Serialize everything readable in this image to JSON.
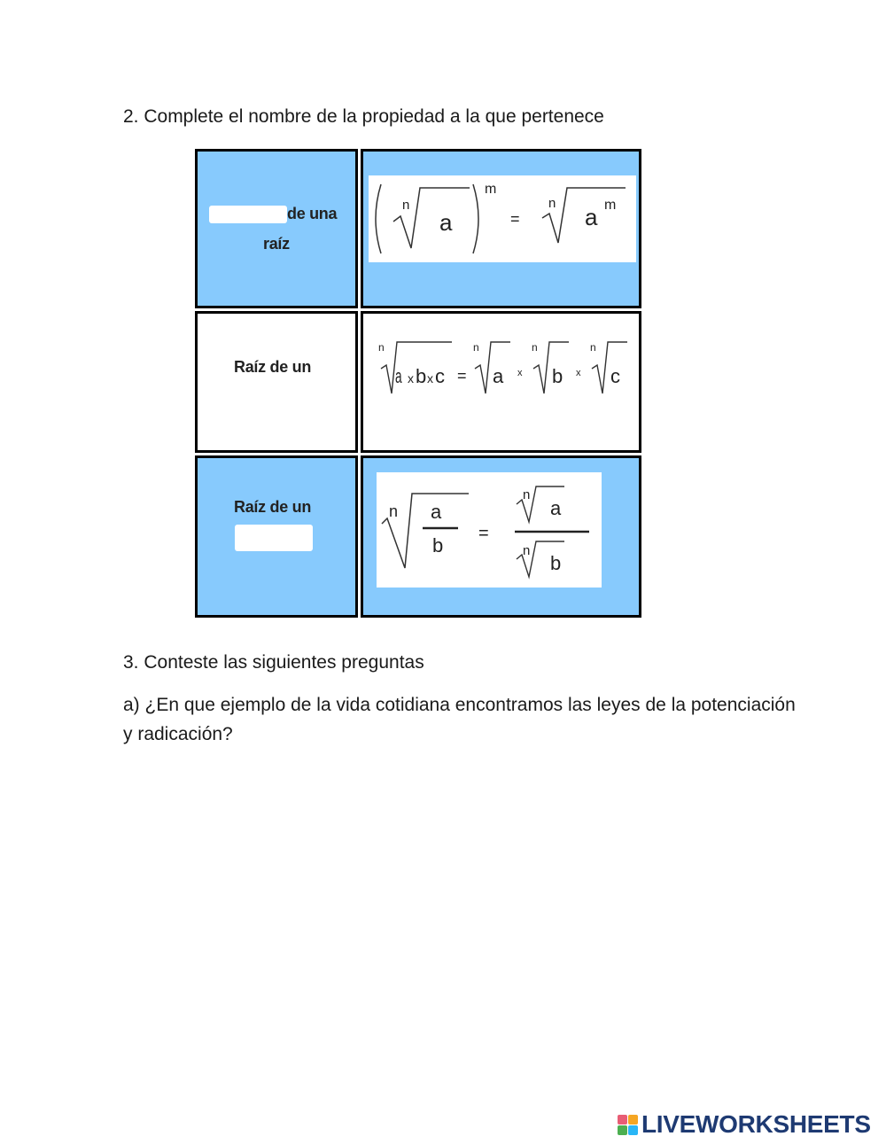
{
  "questions": {
    "q2": "2. Complete el nombre de la propiedad a la que pertenece",
    "q3": "3. Conteste las siguientes preguntas",
    "q3a": "a) ¿En que ejemplo de la vida cotidiana encontramos las leyes de la potenciación y radicación?"
  },
  "table": {
    "row1": {
      "label_line1": "de una",
      "label_line2": "raíz"
    },
    "row2": {
      "label": "Raíz de un"
    },
    "row3": {
      "label": "Raíz de un"
    }
  },
  "formulas": {
    "index": "n",
    "power": "m",
    "a": "a",
    "b": "b",
    "c": "c",
    "equals": "=",
    "times": "x"
  },
  "footer": {
    "logo_text": "LIVEWORKSHEETS"
  },
  "colors": {
    "cell_blue": "#87cafd",
    "logo": "#1e3a72"
  }
}
